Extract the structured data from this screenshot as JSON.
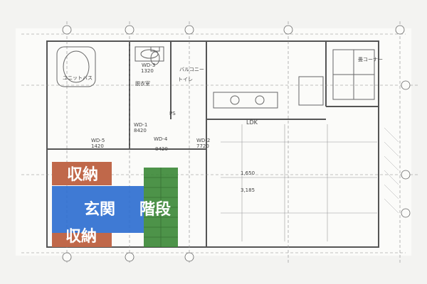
{
  "plan": {
    "rooms": {
      "bath": "ユニットバス",
      "washroom": "脱衣室",
      "toilet": "トイレ",
      "balcony": "バルコニー",
      "ldk": "LDK",
      "corner": "畳コーナー",
      "wd3": "WD-3",
      "wd3_size": "1320",
      "wd1": "WD-1",
      "wd1_size": "8420",
      "wd5": "WD-5",
      "wd5_size": "1420",
      "wd4": "WD-4",
      "wd4_size": "8420",
      "wd2": "WD-2",
      "wd2_size": "7720",
      "dim1": "1,650",
      "dim2": "3,185",
      "ps": "PS"
    }
  },
  "zones": {
    "storage_top": "収納",
    "entrance": "玄関",
    "stairs": "階段",
    "storage_bottom": "収納"
  },
  "colors": {
    "storage": "#c0684a",
    "entrance": "#2f6fd0",
    "stairs": "#3e8a3a"
  }
}
